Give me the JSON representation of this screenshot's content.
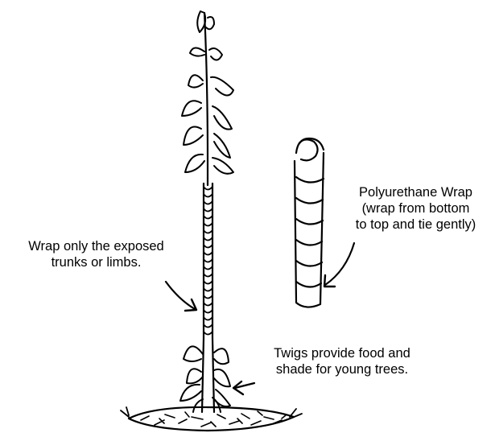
{
  "labels": {
    "wrap_exposed": [
      "Wrap only the exposed",
      "trunks or limbs."
    ],
    "polyurethane": [
      "Polyurethane Wrap",
      "(wrap from bottom",
      "to top and tie gently)"
    ],
    "twigs": [
      "Twigs provide food and",
      "shade for young trees."
    ]
  },
  "colors": {
    "ink": "#000000",
    "background": "#ffffff"
  }
}
